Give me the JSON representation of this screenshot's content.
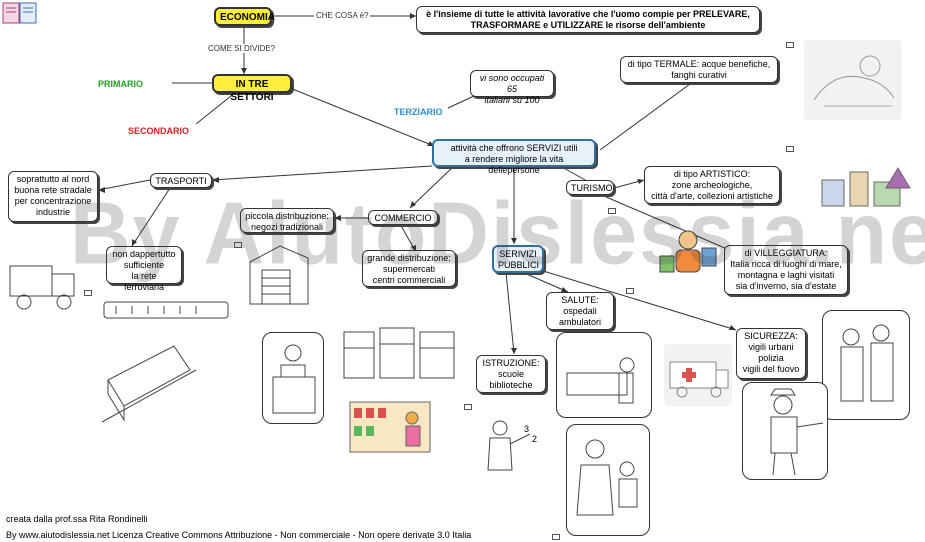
{
  "nodes": {
    "economia": "ECONOMIA",
    "definizione": "è l'insieme di tutte le attività lavorative che l'uomo compie per PRELEVARE,\nTRASFORMARE e UTILIZZARE le risorse dell'ambiente",
    "tre_settori": "IN TRE SETTORI",
    "occupati": "vi sono occupati 65\nitaliani su 100",
    "servizi": "attività che offrono SERVIZI utili\na rendere migliore la vita dellepersone",
    "trasporti": "TRASPORTI",
    "strade": "soprattutto al nord\nbuona rete stradale\nper concentrazione\nindustrie",
    "ferrovia": "non dappertutto\nsufficiente\nla rete ferroviaria",
    "piccola": "piccola distribuzione:\nnegozi tradizionali",
    "commercio": "COMMERCIO",
    "grande": "grande distribuzione:\nsupermercati\ncentri commerciali",
    "servizi_pubblici": "SERIVIZI\nPUBBLICI",
    "turismo": "TURISMO",
    "termale": "di tipo TERMALE: acque benefiche,\nfanghi curativi",
    "artistico": "di tipo ARTISTICO:\nzone archeologiche,\ncittà d'arte, collezioni artistiche",
    "villeggiatura": "di VILLEGGIATURA:\nItalia ricca di luoghi di mare,\nmontagna e laghi visitati\nsia d'inverno, sia d'estate",
    "salute": "SALUTE:\nospedali\nambulatori",
    "istruzione": "ISTRUZIONE:\nscuole\nbiblioteche",
    "sicurezza": "SICUREZZA:\nvigili urbani\npolizia\nvigili del fuovo"
  },
  "labels": {
    "che_cosa": "CHE COSA è?",
    "come_si_divide": "COME SI DIVIDE?",
    "primario": "PRIMARIO",
    "secondario": "SECONDARIO",
    "terziario": "TERZIARIO"
  },
  "watermark": "By AiutoDislessia.net",
  "footer": {
    "line1": "creata dalla prof.ssa Rita Rondinelli",
    "line2": "By www.aiutodislessia.net Licenza Creative Commons Attribuzione - Non commerciale - Non opere derivate 3.0 Italia"
  },
  "colors": {
    "yellow": "#ffef3a",
    "primario": "#1ea01e",
    "secondario": "#d42020",
    "terziario": "#2b8fd0"
  }
}
